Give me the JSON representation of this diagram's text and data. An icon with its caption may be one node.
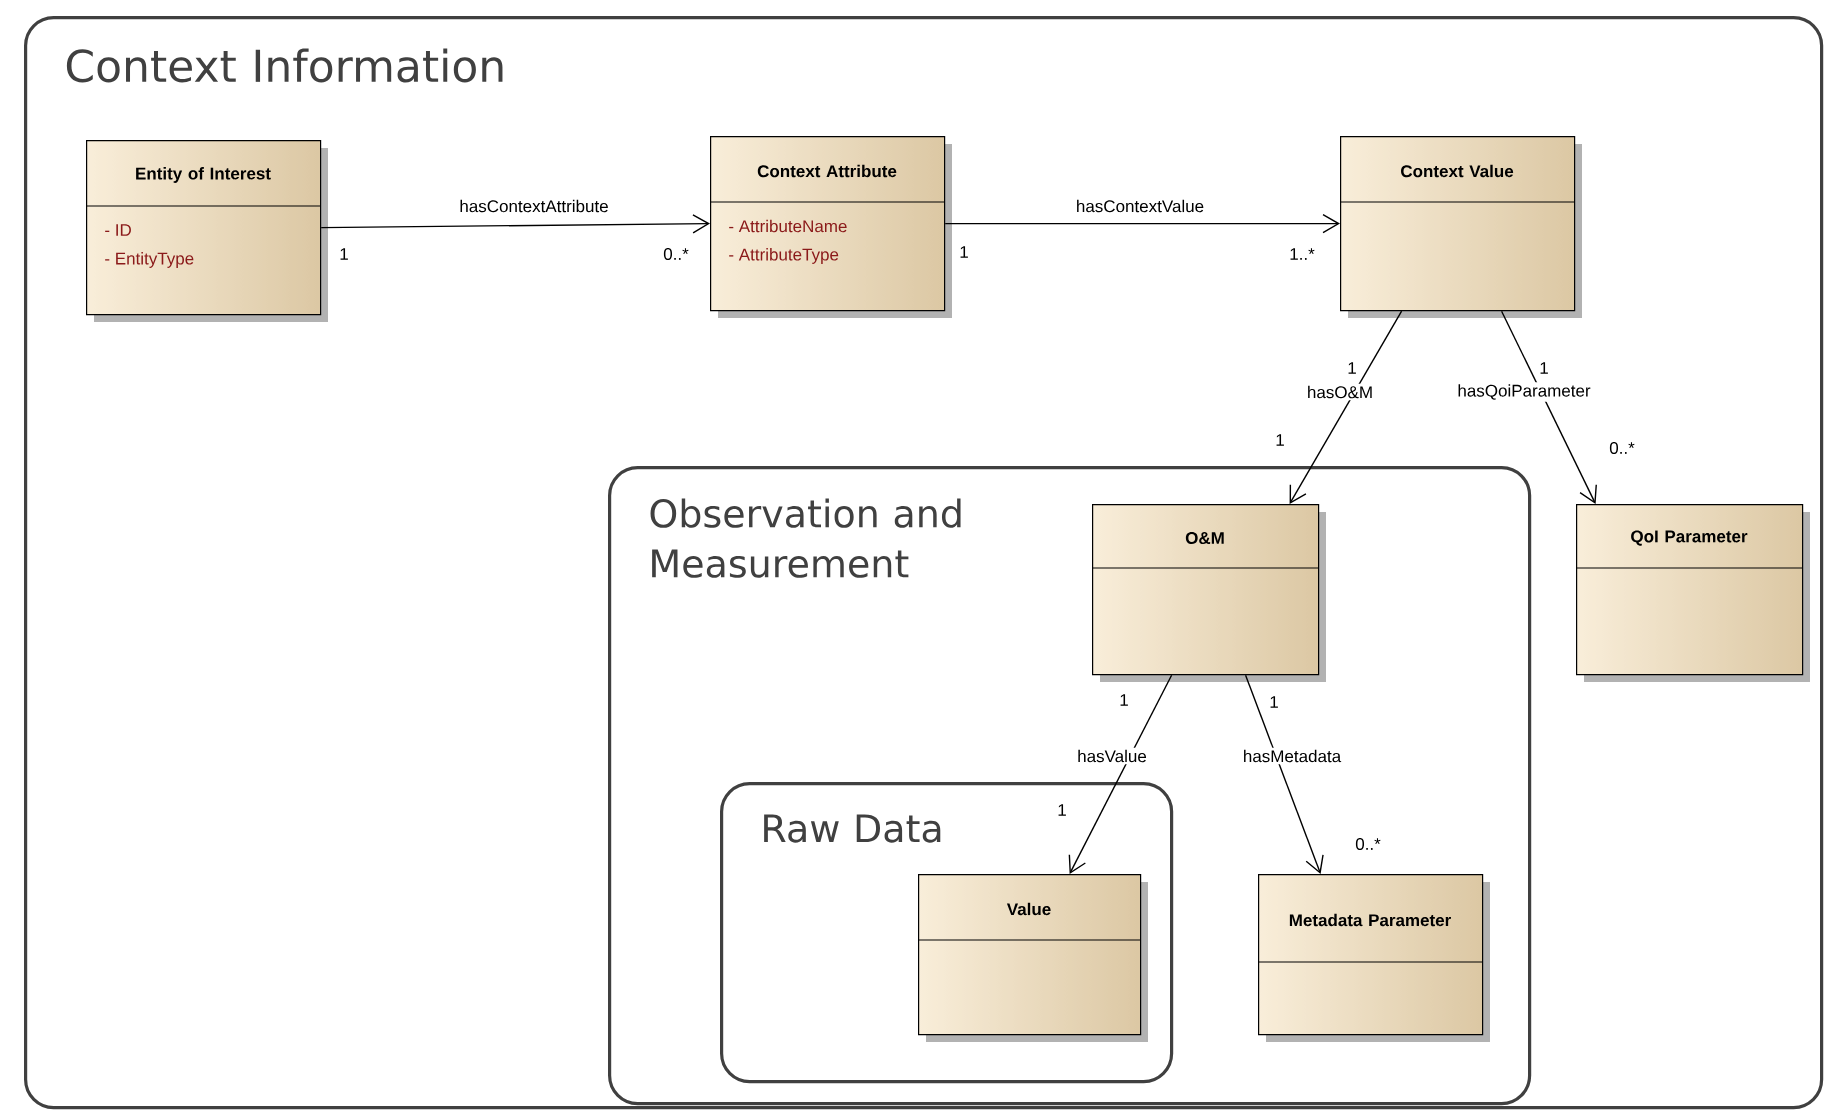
{
  "diagram": {
    "nodes": [
      {
        "text": [
          "Context Information"
        ]
      },
      {
        "text": [
          "Entity of Interest",
          "- ID",
          "- EntityType"
        ],
        "in": 0
      },
      {
        "text": [
          "Context Attribute",
          "- AttributeName",
          "- AttributeType"
        ],
        "in": 0
      },
      {
        "text": [
          "Context Value"
        ],
        "in": 0
      },
      {
        "text": [
          "Observation and Measurement"
        ],
        "in": 0
      },
      {
        "text": [
          "O&M"
        ],
        "in": 4
      },
      {
        "text": [
          "QoI Parameter"
        ],
        "in": 0
      },
      {
        "text": [
          "Raw Data"
        ],
        "in": 4
      },
      {
        "text": [
          "Value"
        ],
        "in": 7
      },
      {
        "text": [
          "Metadata Parameter"
        ],
        "in": 4
      }
    ],
    "edges": [
      {
        "from": 1,
        "to": 2,
        "arrow": "to",
        "label": "hasContextAttribute"
      },
      {
        "from": 2,
        "to": 3,
        "arrow": "to",
        "label": "hasContextValue"
      },
      {
        "from": 3,
        "to": 5,
        "arrow": "to",
        "label": "hasO&M"
      },
      {
        "from": 3,
        "to": 6,
        "arrow": "to",
        "label": "hasQoiParameter"
      },
      {
        "from": 5,
        "to": 8,
        "arrow": "to",
        "label": "hasValue"
      },
      {
        "from": 5,
        "to": 9,
        "arrow": "to",
        "label": "hasMetadata"
      }
    ],
    "labels": [
      "1",
      "0..*",
      "1",
      "1..*",
      "1",
      "1",
      "1",
      "0..*",
      "1",
      "1",
      "1",
      "0..*"
    ]
  }
}
